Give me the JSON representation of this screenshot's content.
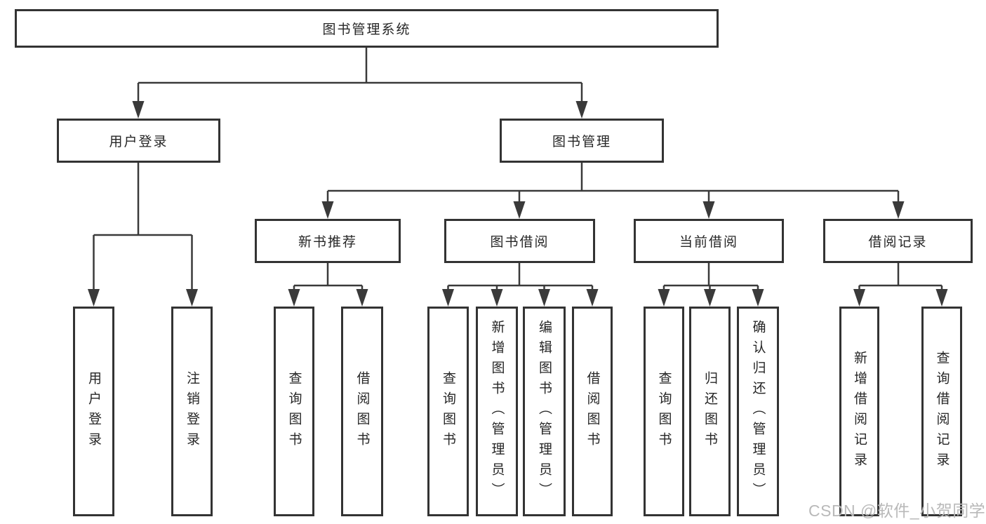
{
  "root": {
    "label": "图书管理系统"
  },
  "level2": [
    {
      "label": "用户登录"
    },
    {
      "label": "图书管理"
    }
  ],
  "level3": [
    {
      "label": "新书推荐"
    },
    {
      "label": "图书借阅"
    },
    {
      "label": "当前借阅"
    },
    {
      "label": "借阅记录"
    }
  ],
  "leaves": {
    "user_login": [
      {
        "label": "用户登录"
      },
      {
        "label": "注销登录"
      }
    ],
    "new_book": [
      {
        "label": "查询图书"
      },
      {
        "label": "借阅图书"
      }
    ],
    "book_borrow": [
      {
        "label": "查询图书"
      },
      {
        "label": "新增图书（管理员）"
      },
      {
        "label": "编辑图书（管理员）"
      },
      {
        "label": "借阅图书"
      }
    ],
    "current_borrow": [
      {
        "label": "查询图书"
      },
      {
        "label": "归还图书"
      },
      {
        "label": "确认归还（管理员）"
      }
    ],
    "records": [
      {
        "label": "新增借阅记录"
      },
      {
        "label": "查询借阅记录"
      }
    ]
  },
  "watermark": {
    "text": "CSDN @软件_小贺同学"
  },
  "colors": {
    "line": "#3a3a3a",
    "border": "#333333",
    "text": "#262626",
    "watermark": "#b9b9b9",
    "background": "#ffffff"
  }
}
